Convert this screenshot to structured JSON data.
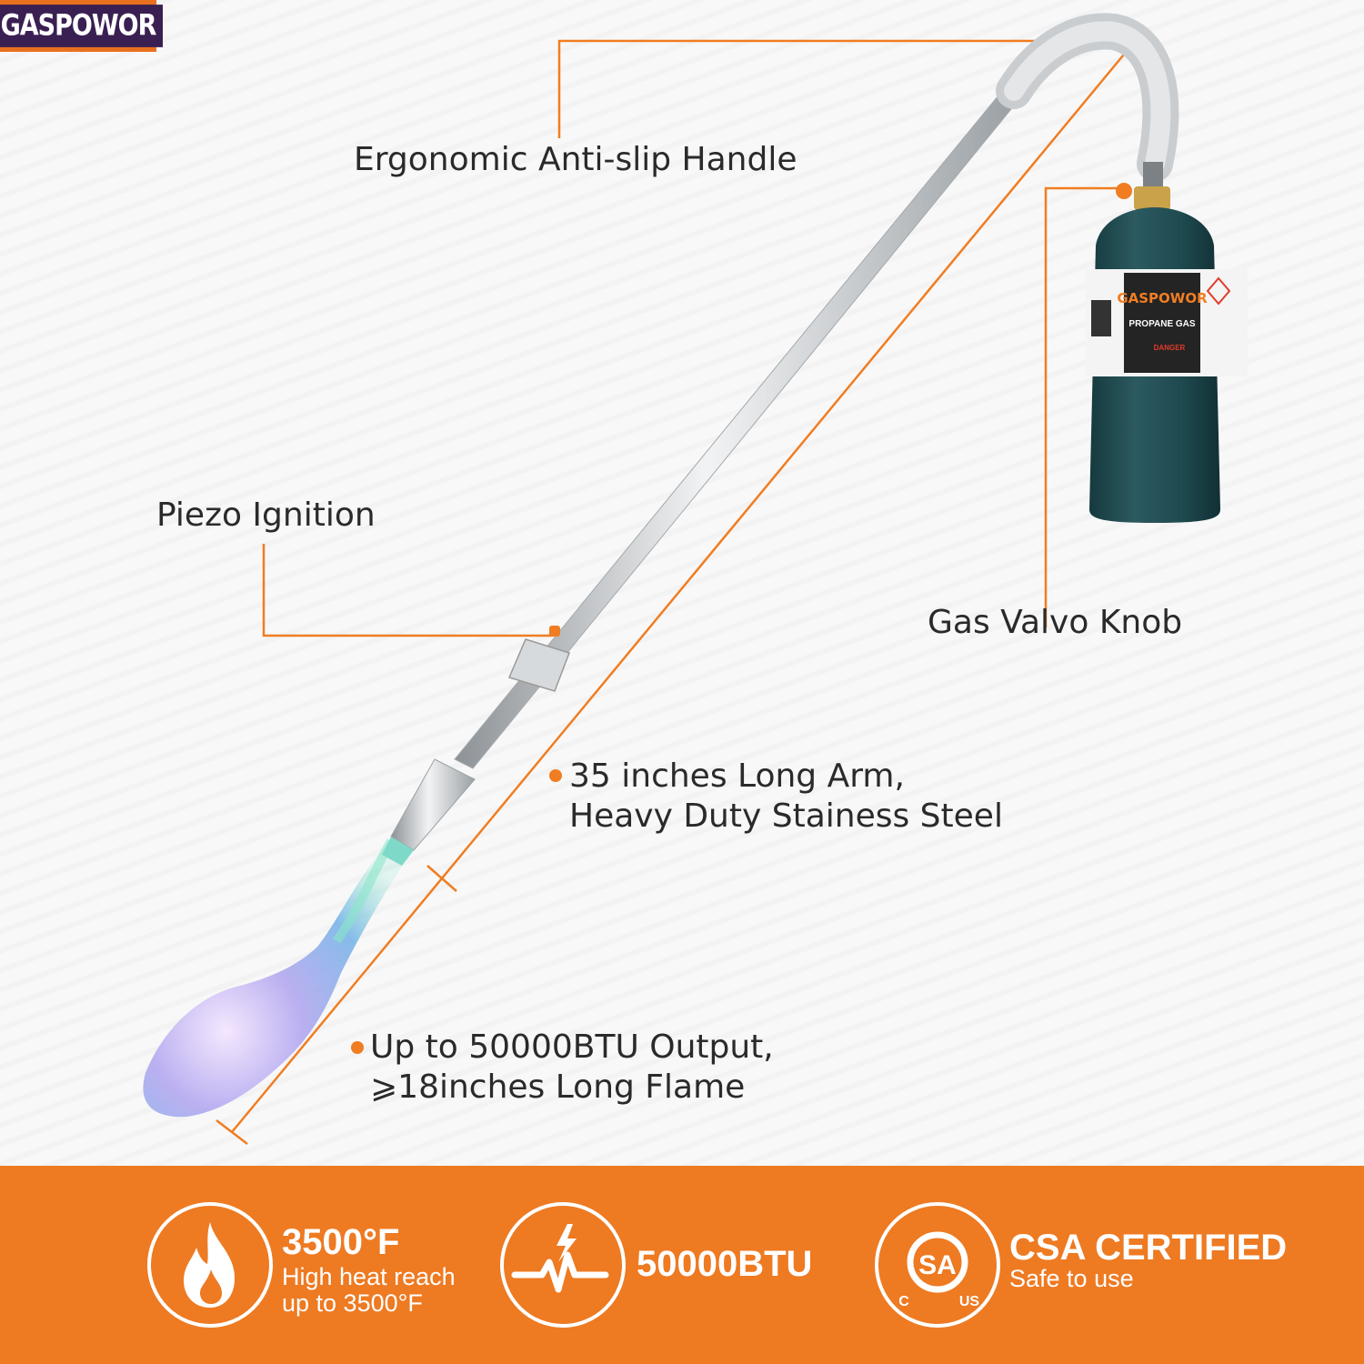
{
  "brand": {
    "logo_text": "GASPOWOR"
  },
  "callouts": {
    "handle": "Ergonomic Anti-slip Handle",
    "ignition": "Piezo Ignition",
    "valve": "Gas Valvo Knob",
    "arm_line1": "35 inches Long Arm,",
    "arm_line2": "Heavy Duty Stainess Steel",
    "output_line1": "Up to 50000BTU Output,",
    "output_line2": "⩾18inches Long Flame"
  },
  "tank_label": {
    "brand": "GASPOWOR",
    "product": "PROPANE GAS",
    "warning": "DANGER"
  },
  "features": [
    {
      "icon": "flame-icon",
      "title": "3500°F",
      "subtitle_line1": "High heat reach",
      "subtitle_line2": "up to 3500°F"
    },
    {
      "icon": "lightning-pulse-icon",
      "title": "50000BTU"
    },
    {
      "icon": "csa-certification-icon",
      "title": "CSA CERTIFIED",
      "subtitle_line1": "Safe to use",
      "badge_c": "C",
      "badge_us": "US",
      "badge_sa": "SA"
    }
  ],
  "colors": {
    "accent": "#ee7a22",
    "logo_bg": "#3a1f52",
    "tank": "#1f4a4f"
  }
}
